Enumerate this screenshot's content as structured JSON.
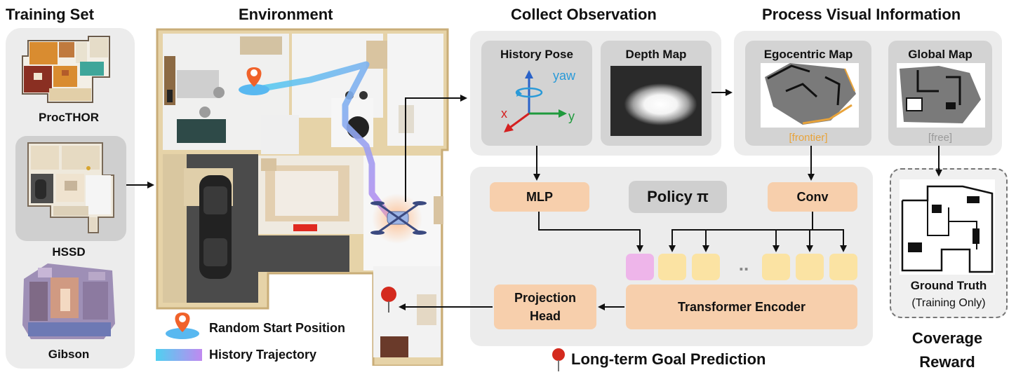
{
  "headers": {
    "training_set": "Training Set",
    "environment": "Environment",
    "collect_observation": "Collect Observation",
    "process_visual": "Process Visual Information"
  },
  "training_set": {
    "items": [
      "ProcTHOR",
      "HSSD",
      "Gibson"
    ]
  },
  "legend": {
    "start": "Random Start Position",
    "trajectory": "History Trajectory"
  },
  "observation": {
    "history_pose": "History Pose",
    "depth_map": "Depth Map",
    "axis_yaw": "yaw",
    "axis_x": "x",
    "axis_y": "y"
  },
  "visual": {
    "egocentric_map": "Egocentric Map",
    "global_map": "Global Map",
    "frontier": "[frontier]",
    "free": "[free]"
  },
  "policy": {
    "mlp": "MLP",
    "title": "Policy π",
    "conv": "Conv",
    "ellipsis": "..",
    "transformer": "Transformer Encoder",
    "projection_head": "Projection Head"
  },
  "goal_prediction": "Long-term Goal Prediction",
  "ground_truth": {
    "title": "Ground Truth",
    "note": "(Training Only)"
  },
  "coverage_reward": "Coverage Reward",
  "colors": {
    "panel": "#ececec",
    "inner": "#d3d3d3",
    "module": "#f7cfac",
    "token": "#fbe3a3",
    "pose_token": "#eeb5ea",
    "frontier": "#e8a33a",
    "pin": "#f0622a",
    "trajectory_start": "#4fd0f0",
    "trajectory_end": "#c089f0"
  }
}
